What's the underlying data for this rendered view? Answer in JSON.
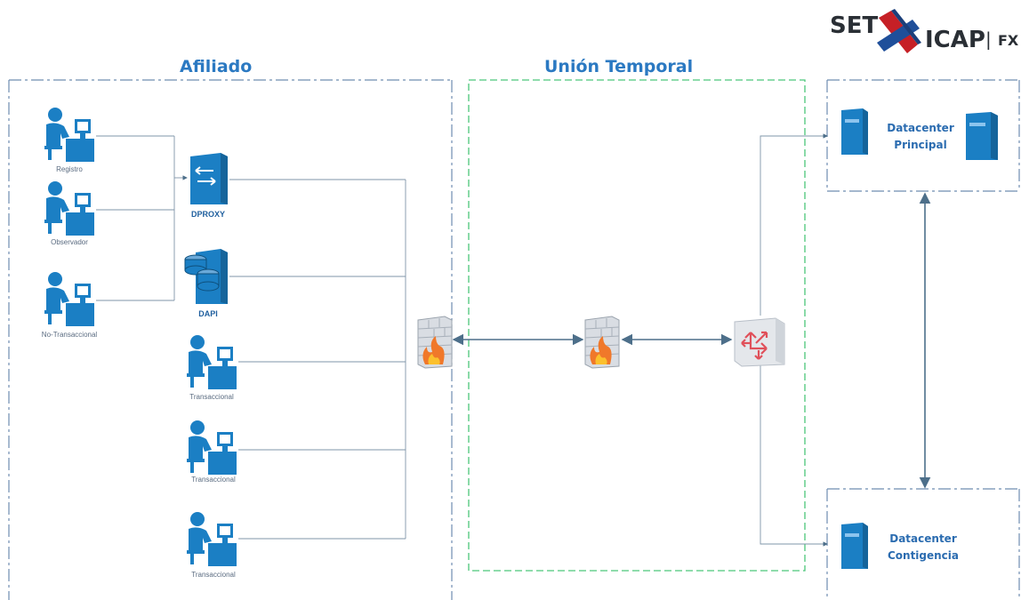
{
  "logo": {
    "part1": "SET",
    "part2": "ICAP",
    "separator": "|",
    "part3": "FX"
  },
  "zones": {
    "afiliado": "Afiliado",
    "union_temporal": "Unión Temporal"
  },
  "users": {
    "registro": "Registro",
    "observador": "Observador",
    "no_transaccional": "No-Transaccional",
    "transaccional_1": "Transaccional",
    "transaccional_2": "Transaccional",
    "transaccional_3": "Transaccional"
  },
  "servers": {
    "dproxy": "DPROXY",
    "dapi": "DAPI"
  },
  "datacenters": {
    "principal_line1": "Datacenter",
    "principal_line2": "Principal",
    "contigencia_line1": "Datacenter",
    "contigencia_line2": "Contigencia"
  },
  "icons": {
    "user": "user-workstation-icon",
    "proxy": "proxy-server-icon",
    "database": "database-server-icon",
    "firewall": "firewall-icon",
    "router": "router-icon",
    "server": "server-tower-icon"
  },
  "colors": {
    "zone_title": "#2b79c2",
    "afiliado_border": "#6f8db0",
    "union_border": "#4cc67a",
    "icon_blue": "#1b7fc4",
    "connector": "#5f7f96"
  }
}
